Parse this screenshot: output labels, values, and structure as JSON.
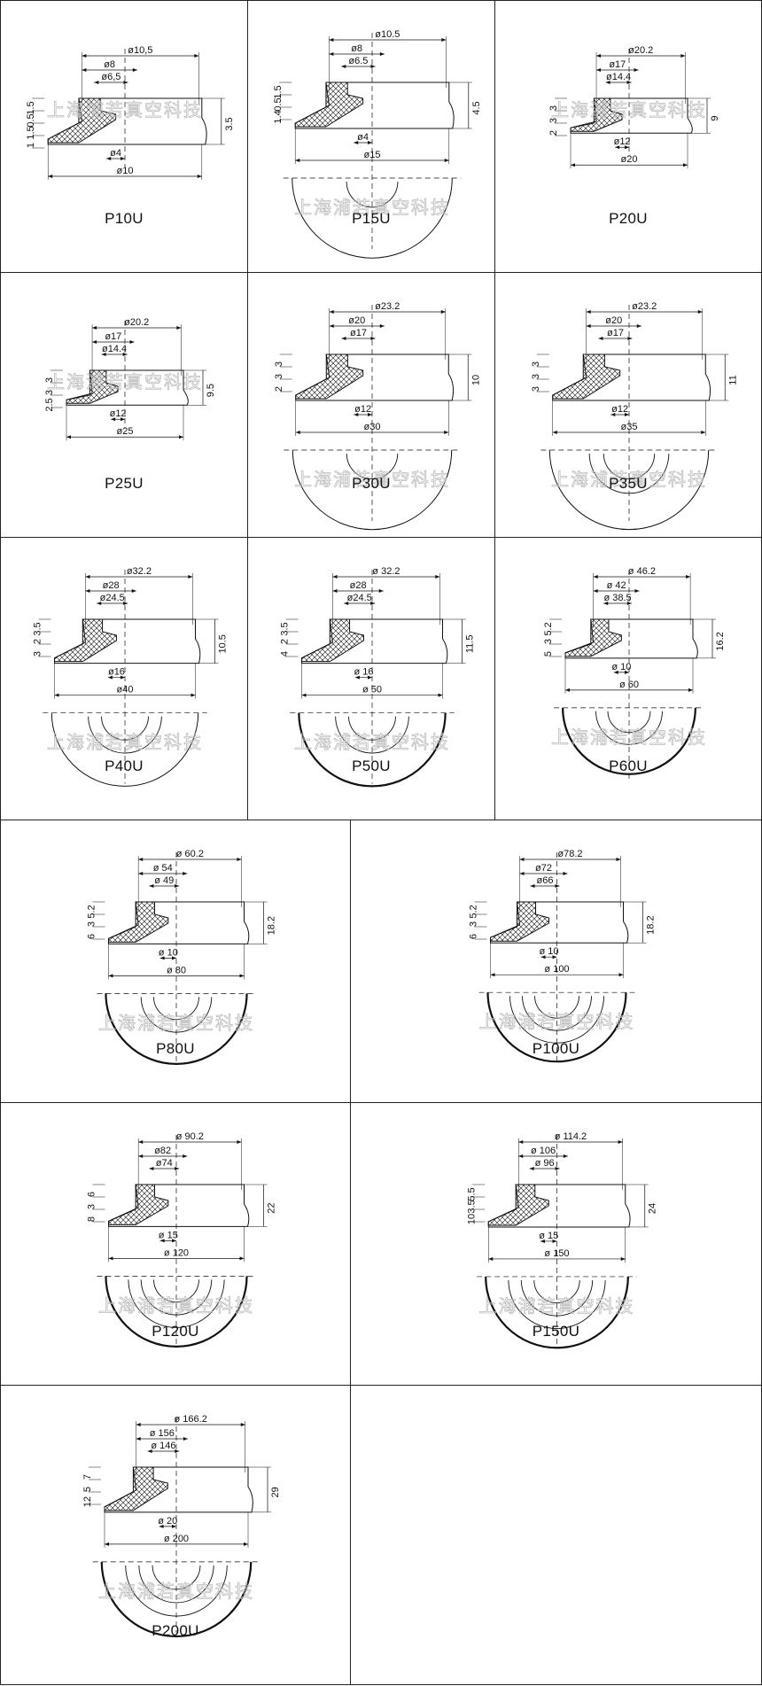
{
  "sheet": {
    "watermark": "上海浦若真空科技"
  },
  "parts": [
    {
      "name": "P10U",
      "dims": [
        "ø10,5",
        "ø8",
        "ø6,5",
        "ø4",
        "ø10",
        "1.5",
        "0.5",
        "1.5",
        "1",
        "3.5"
      ],
      "has_plan": false
    },
    {
      "name": "P15U",
      "dims": [
        "ø10.5",
        "ø8",
        "ø6.5",
        "ø4",
        "ø15",
        "1.5",
        "0.5",
        "1.4",
        "4.5"
      ],
      "has_plan": true
    },
    {
      "name": "P20U",
      "dims": [
        "ø20.2",
        "ø17",
        "ø14.4",
        "ø12",
        "ø20",
        "3",
        "3",
        "2",
        "9"
      ],
      "has_plan": false
    },
    {
      "name": "P25U",
      "dims": [
        "ø20.2",
        "ø17",
        "ø14.4",
        "ø12",
        "ø25",
        "3",
        "3",
        "2.5",
        "9.5"
      ],
      "has_plan": false
    },
    {
      "name": "P30U",
      "dims": [
        "ø23.2",
        "ø20",
        "ø17",
        "ø12",
        "ø30",
        "3",
        "3",
        "2",
        "10"
      ],
      "has_plan": true
    },
    {
      "name": "P35U",
      "dims": [
        "ø23.2",
        "ø20",
        "ø17",
        "ø12",
        "ø35",
        "3",
        "3",
        "3",
        "11"
      ],
      "has_plan": true
    },
    {
      "name": "P40U",
      "dims": [
        "ø32.2",
        "ø28",
        "ø24.5",
        "ø16",
        "ø40",
        "3.5",
        "2",
        "3",
        "10.5"
      ],
      "has_plan": true
    },
    {
      "name": "P50U",
      "dims": [
        "ø 32.2",
        "ø28",
        "ø24.5",
        "ø 16",
        "ø 50",
        "3.5",
        "2",
        "4",
        "11.5"
      ],
      "has_plan": true
    },
    {
      "name": "P60U",
      "dims": [
        "ø 46.2",
        "ø 42",
        "ø 38.5",
        "ø 10",
        "ø 60",
        "5.2",
        "3",
        "5",
        "16.2"
      ],
      "has_plan": true
    },
    {
      "name": "P80U",
      "dims": [
        "ø 60.2",
        "ø 54",
        "ø 49",
        "ø 10",
        "ø 80",
        "5.2",
        "3",
        "6",
        "18.2"
      ],
      "has_plan": true
    },
    {
      "name": "P100U",
      "dims": [
        "ø78.2",
        "ø72",
        "ø66",
        "ø 10",
        "ø 100",
        "5.2",
        "3",
        "6",
        "18.2"
      ],
      "has_plan": true
    },
    {
      "name": "P120U",
      "dims": [
        "ø 90.2",
        "ø82",
        "ø74",
        "ø 15",
        "ø 120",
        "6",
        "3",
        "8",
        "22"
      ],
      "has_plan": true
    },
    {
      "name": "P150U",
      "dims": [
        "ø 114.2",
        "ø 106",
        "ø 96",
        "ø 15",
        "ø 150",
        "5.5",
        "3.5",
        "10",
        "24"
      ],
      "has_plan": true
    },
    {
      "name": "P200U",
      "dims": [
        "ø 166.2",
        "ø 156",
        "ø 146",
        "ø 20",
        "ø 200",
        "7",
        "5",
        "12",
        "29"
      ],
      "has_plan": true
    }
  ]
}
